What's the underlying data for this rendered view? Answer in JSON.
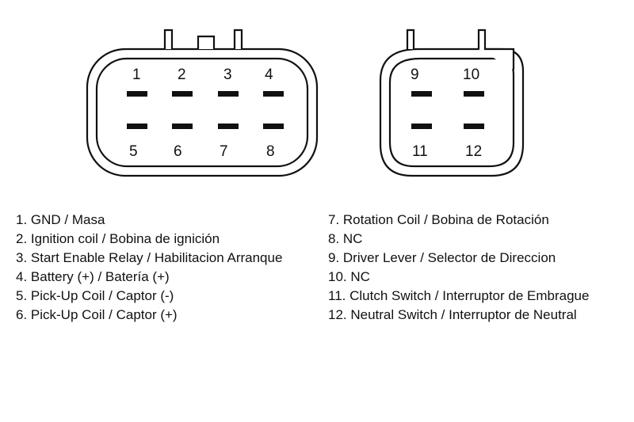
{
  "connectors": [
    {
      "id": "connector-8-pin",
      "pins": [
        {
          "label": "1"
        },
        {
          "label": "2"
        },
        {
          "label": "3"
        },
        {
          "label": "4"
        },
        {
          "label": "5"
        },
        {
          "label": "6"
        },
        {
          "label": "7"
        },
        {
          "label": "8"
        }
      ]
    },
    {
      "id": "connector-4-pin",
      "pins": [
        {
          "label": "9"
        },
        {
          "label": "10"
        },
        {
          "label": "11"
        },
        {
          "label": "12"
        }
      ]
    }
  ],
  "legend": {
    "left": [
      "1. GND / Masa",
      "2. Ignition coil / Bobina de ignición",
      "3. Start Enable Relay / Habilitacion Arranque",
      "4. Battery (+) / Batería (+)",
      "5. Pick-Up Coil / Captor (-)",
      "6. Pick-Up Coil / Captor (+)"
    ],
    "right": [
      "7. Rotation Coil / Bobina de Rotación",
      "8. NC",
      "9. Driver Lever / Selector de Direccion",
      "10. NC",
      "11. Clutch Switch / Interruptor de Embrague",
      "12. Neutral Switch / Interruptor de Neutral"
    ]
  }
}
